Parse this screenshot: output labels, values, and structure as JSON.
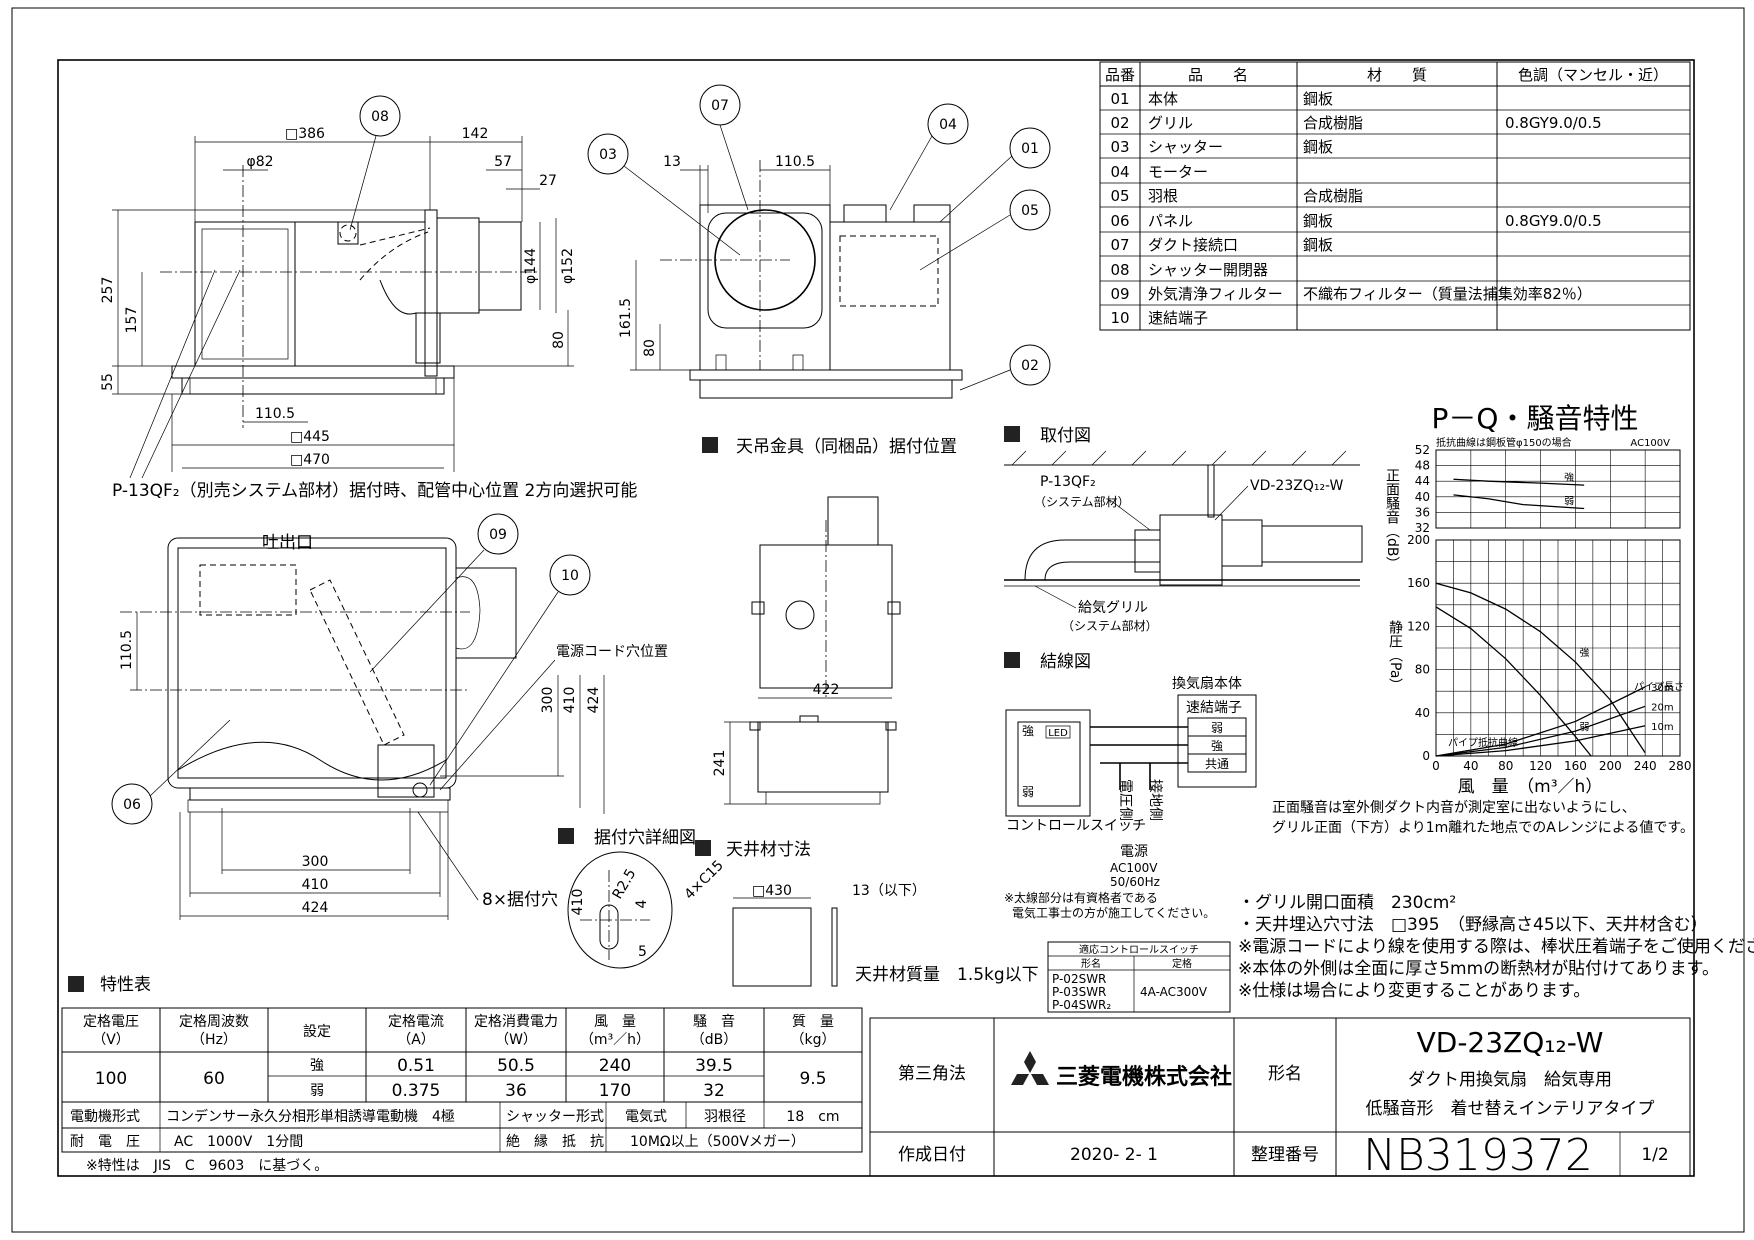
{
  "parts_table": {
    "headers": [
      "品番",
      "品　　名",
      "材　　質",
      "色調（マンセル・近）"
    ],
    "rows": [
      [
        "01",
        "本体",
        "鋼板",
        ""
      ],
      [
        "02",
        "グリル",
        "合成樹脂",
        "0.8GY9.0/0.5"
      ],
      [
        "03",
        "シャッター",
        "鋼板",
        ""
      ],
      [
        "04",
        "モーター",
        "",
        ""
      ],
      [
        "05",
        "羽根",
        "合成樹脂",
        ""
      ],
      [
        "06",
        "パネル",
        "鋼板",
        "0.8GY9.0/0.5"
      ],
      [
        "07",
        "ダクト接続口",
        "鋼板",
        ""
      ],
      [
        "08",
        "シャッター開閉器",
        "",
        ""
      ],
      [
        "09",
        "外気清浄フィルター",
        "不織布フィルター（質量法捕集効率82％）",
        ""
      ],
      [
        "10",
        "速結端子",
        "",
        ""
      ]
    ]
  },
  "side_view": {
    "dims": {
      "d386": "□386",
      "d142": "142",
      "phi82": "φ82",
      "d57": "57",
      "d27": "27",
      "d257": "257",
      "d157": "157",
      "d55": "55",
      "d80": "80",
      "phi144": "φ144",
      "phi152": "φ152",
      "d110_5": "110.5",
      "d445": "□445",
      "d470": "□470"
    },
    "callouts": [
      "08"
    ],
    "note": "P-13QF₂（別売システム部材）据付時、配管中心位置 2方向選択可能"
  },
  "front_view": {
    "dims": {
      "d13": "13",
      "d110_5": "110.5",
      "d161_5": "161.5",
      "d80": "80"
    },
    "callouts": [
      "07",
      "03",
      "04",
      "01",
      "05",
      "02"
    ],
    "caption": "天吊金具（同梱品）据付位置"
  },
  "bottom_view": {
    "label_outlet": "吐出口",
    "label_cord": "電源コード穴位置",
    "label_holes": "8×据付穴",
    "dims": {
      "d110_5": "110.5",
      "d300v": "300",
      "d410v": "410",
      "d424v": "424",
      "d300": "300",
      "d410": "410",
      "d424": "424"
    },
    "callouts": [
      "09",
      "10",
      "06"
    ]
  },
  "top_view": {
    "dims": {
      "d422": "422",
      "d241": "241"
    }
  },
  "mount_detail": {
    "title": "据付穴詳細図",
    "dims": {
      "d410": "410",
      "r2_5": "R2.5",
      "d4": "4",
      "d5": "5"
    }
  },
  "ceiling": {
    "title": "天井材寸法",
    "dims": {
      "d430": "□430",
      "c15": "4×C15",
      "d13": "13（以下）"
    },
    "mass": "天井材質量　1.5kg以下"
  },
  "install": {
    "title": "取付図",
    "p13": "P-13QF₂",
    "p13_sub": "（システム部材）",
    "model": "VD-23ZQ₁₂-W",
    "grille": "給気グリル",
    "grille_sub": "（システム部材）"
  },
  "wiring": {
    "title": "結線図",
    "unit": "換気扇本体",
    "terminal": "速結端子",
    "t_weak": "弱",
    "t_strong": "強",
    "t_common": "共通",
    "sw_strong": "強",
    "sw_weak": "弱",
    "led": "LED",
    "switch": "コントロールスイッチ",
    "voltage_side": "電圧側",
    "ground_side": "接地側",
    "power": "電源",
    "power_spec": "AC100V",
    "freq": "50/60Hz",
    "note1": "※太線部分は有資格者である",
    "note2": "電気工事士の方が施工してください。",
    "sw_table": {
      "title": "適応コントロールスイッチ",
      "head_model": "形名",
      "head_rating": "定格",
      "models": [
        "P-02SWR",
        "P-03SWR",
        "P-04SWR₂"
      ],
      "rating": "4A-AC300V"
    }
  },
  "chart_data": {
    "type": "line",
    "title": "P－Q・騒音特性",
    "noise": {
      "ylabel": "正面騒音（dB）",
      "note": "抵抗曲線は鋼板管φ150の場合",
      "supply": "AC100V",
      "ylim": [
        32,
        52
      ],
      "yticks": [
        32,
        36,
        40,
        44,
        48,
        52
      ],
      "series": [
        {
          "name": "強",
          "x": [
            20,
            60,
            120,
            170
          ],
          "y": [
            44.5,
            44.0,
            43.5,
            43.0
          ]
        },
        {
          "name": "弱",
          "x": [
            20,
            60,
            100,
            170
          ],
          "y": [
            40.5,
            39.5,
            38.0,
            37.0
          ]
        }
      ]
    },
    "pq": {
      "xlabel": "風　量　（m³／h）",
      "ylabel": "静圧（Pa）",
      "xlim": [
        0,
        280
      ],
      "ylim": [
        0,
        200
      ],
      "xticks": [
        0,
        40,
        80,
        120,
        160,
        200,
        240,
        280
      ],
      "yticks": [
        0,
        40,
        80,
        120,
        160,
        200
      ],
      "series": [
        {
          "name": "強",
          "x": [
            0,
            40,
            80,
            120,
            160,
            200,
            240
          ],
          "y": [
            160,
            151,
            136,
            115,
            87,
            52,
            3
          ]
        },
        {
          "name": "弱",
          "x": [
            0,
            40,
            80,
            120,
            160,
            178
          ],
          "y": [
            138,
            118,
            90,
            56,
            18,
            0
          ]
        }
      ],
      "resistance": [
        {
          "name": "30m",
          "x": [
            0,
            80,
            160,
            240
          ],
          "y": [
            0,
            11,
            32,
            64
          ]
        },
        {
          "name": "20m",
          "x": [
            0,
            80,
            160,
            240
          ],
          "y": [
            0,
            8,
            23,
            46
          ]
        },
        {
          "name": "10m",
          "x": [
            0,
            80,
            160,
            240
          ],
          "y": [
            0,
            5,
            14,
            28
          ]
        }
      ],
      "resistance_label": "パイプ長さ",
      "resistance_curve_label": "パイプ抵抗曲線"
    }
  },
  "chart_note": [
    "正面騒音は室外側ダクト内音が測定室に出ないようにし、",
    "グリル正面（下方）より1m離れた地点でのAレンジによる値です。"
  ],
  "notes": [
    "・グリル開口面積　230cm²",
    "・天井埋込穴寸法　□395　（野縁高さ45以下、天井材含む）",
    "※電源コードにより線を使用する際は、棒状圧着端子をご使用ください。",
    "※本体の外側は全面に厚さ5mmの断熱材が貼付けてあります。",
    "※仕様は場合により変更することがあります。"
  ],
  "spec_table": {
    "title": "特性表",
    "headers": [
      "定格電圧\n（V）",
      "定格周波数\n（Hz）",
      "設定",
      "定格電流\n（A）",
      "定格消費電力\n（W）",
      "風　量\n（m³／h）",
      "騒　音\n（dB）",
      "質　量\n（kg）"
    ],
    "voltage": "100",
    "frequency": "60",
    "mass": "9.5",
    "rows": [
      {
        "setting": "強",
        "current": "0.51",
        "power": "50.5",
        "flow": "240",
        "noise": "39.5"
      },
      {
        "setting": "弱",
        "current": "0.375",
        "power": "36",
        "flow": "170",
        "noise": "32"
      }
    ],
    "motor_label": "電動機形式",
    "motor_value": "コンデンサー永久分相形単相誘導電動機　4極",
    "shutter_label": "シャッター形式",
    "shutter_value": "電気式",
    "blade_label": "羽根径",
    "blade_value": "18　cm",
    "withstand_label": "耐　電　圧",
    "withstand_value": "AC　1000V　1分間",
    "insulation_label": "絶　縁　抵　抗",
    "insulation_value": "10MΩ以上（500Vメガー）",
    "footnote": "※特性は　JIS　C　9603　に基づく。"
  },
  "title_block": {
    "projection": "第三角法",
    "company": "三菱電機株式会社",
    "name_label": "形名",
    "model": "VD-23ZQ₁₂-W",
    "desc1": "ダクト用換気扇　給気専用",
    "desc2": "低騒音形　着せ替えインテリアタイプ",
    "date_label": "作成日付",
    "date": "2020- 2- 1",
    "doc_label": "整理番号",
    "doc_no": "NB319372",
    "page": "1/2"
  }
}
